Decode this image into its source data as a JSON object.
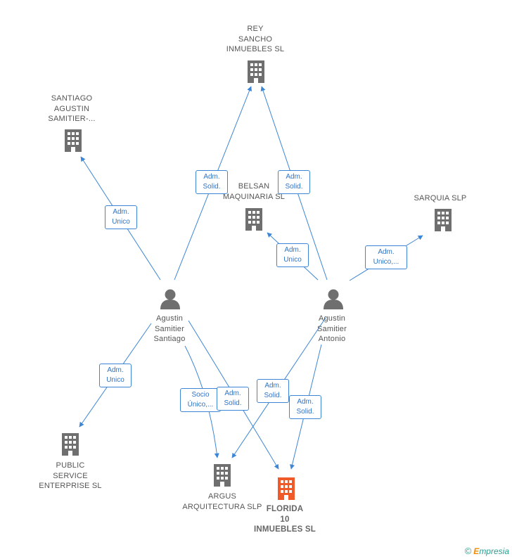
{
  "colors": {
    "edge": "#3d86d6",
    "company": "#6f6f6f",
    "focus": "#f05a28",
    "person": "#6f6f6f"
  },
  "nodes": {
    "rey_sancho": {
      "label": [
        "REY",
        "SANCHO",
        "INMUEBLES SL"
      ],
      "icon": "building-icon"
    },
    "santiago_samitier": {
      "label": [
        "SANTIAGO",
        "AGUSTIN",
        "SAMITIER-..."
      ],
      "icon": "building-icon"
    },
    "belsan": {
      "label": [
        "BELSAN",
        "MAQUINARIA SL"
      ],
      "icon": "building-icon"
    },
    "sarquia": {
      "label": [
        "SARQUIA SLP"
      ],
      "icon": "building-icon"
    },
    "agustin_santiago": {
      "label": [
        "Agustin",
        "Samitier",
        "Santiago"
      ],
      "icon": "person-icon"
    },
    "agustin_antonio": {
      "label": [
        "Agustin",
        "Samitier",
        "Antonio"
      ],
      "icon": "person-icon"
    },
    "public_service": {
      "label": [
        "PUBLIC",
        "SERVICE",
        "ENTERPRISE  SL"
      ],
      "icon": "building-icon"
    },
    "argus": {
      "label": [
        "ARGUS",
        "ARQUITECTURA SLP"
      ],
      "icon": "building-icon"
    },
    "florida": {
      "label": [
        "FLORIDA",
        "10",
        "INMUEBLES SL"
      ],
      "icon": "building-icon"
    }
  },
  "relations": [
    {
      "id": "r1",
      "lines": [
        "Adm.",
        "Unico"
      ]
    },
    {
      "id": "r2",
      "lines": [
        "Adm.",
        "Solid."
      ]
    },
    {
      "id": "r3",
      "lines": [
        "Adm.",
        "Solid."
      ]
    },
    {
      "id": "r4",
      "lines": [
        "Adm.",
        "Unico"
      ]
    },
    {
      "id": "r5",
      "lines": [
        "Adm.",
        "Unico,..."
      ]
    },
    {
      "id": "r6",
      "lines": [
        "Adm.",
        "Unico"
      ]
    },
    {
      "id": "r7",
      "lines": [
        "Socio",
        "Único,..."
      ]
    },
    {
      "id": "r8",
      "lines": [
        "Adm.",
        "Solid."
      ]
    },
    {
      "id": "r9",
      "lines": [
        "Adm.",
        "Solid."
      ]
    },
    {
      "id": "r10",
      "lines": [
        "Adm.",
        "Solid."
      ]
    }
  ],
  "brand": {
    "copyright": "©",
    "initial": "E",
    "rest": "mpresia"
  }
}
